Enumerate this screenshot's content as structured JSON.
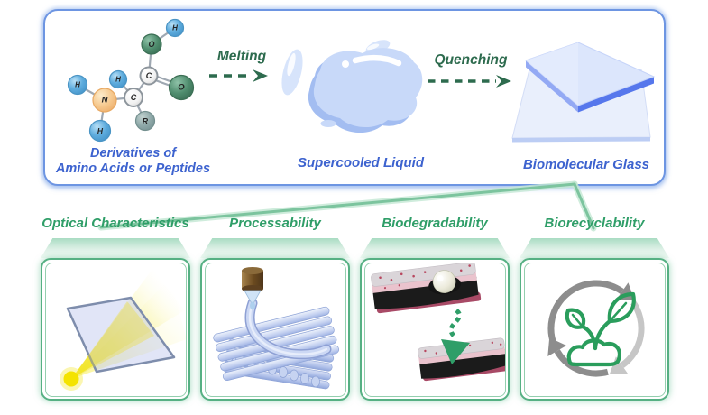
{
  "figure": {
    "type": "scientific-schematic",
    "background": "#ffffff"
  },
  "top_box": {
    "molecule": {
      "caption_line1": "Derivatives of",
      "caption_line2": "Amino Acids or Peptides",
      "atoms": [
        {
          "symbol": "H"
        },
        {
          "symbol": "O"
        },
        {
          "symbol": "C"
        },
        {
          "symbol": "O"
        },
        {
          "symbol": "H"
        },
        {
          "symbol": "H"
        },
        {
          "symbol": "N"
        },
        {
          "symbol": "C"
        },
        {
          "symbol": "R"
        },
        {
          "symbol": "H"
        }
      ]
    },
    "steps": [
      {
        "label": "Melting"
      },
      {
        "label": "Quenching"
      }
    ],
    "liquid_caption": "Supercooled Liquid",
    "glass_caption": "Biomolecular Glass"
  },
  "panels": [
    {
      "title": "Optical Characteristics",
      "icon": "light-beam-through-glass-icon"
    },
    {
      "title": "Processability",
      "icon": "printing-nozzle-lattice-icon"
    },
    {
      "title": "Biodegradability",
      "icon": "implant-degrading-in-tissue-icon"
    },
    {
      "title": "Biorecyclability",
      "icon": "recycle-arrows-plant-icon"
    }
  ],
  "colors": {
    "caption_blue": "#3d63cf",
    "process_green": "#2d6b4e",
    "panel_title_green": "#2f9e68",
    "top_box_border_blue": "#6d95e2",
    "panel_border_green": "#56b083",
    "connector_green": "#7cc49e",
    "liquid_blue": "#c8d9f9",
    "glass_face_blue": "#dce6fc",
    "glass_edge_blue": "#5677ec",
    "beam_yellow": "#f4e300",
    "atom_h_blue": "#57a8db",
    "atom_n_orange": "#f5c98e",
    "atom_o_green": "#4e8f72",
    "atom_c_white": "#f2f2f2",
    "atom_r_slate": "#8fa9a9",
    "recycle_dark_gray": "#8d8d8d",
    "recycle_light_gray": "#c6c6c6",
    "plant_green": "#2a9d5c",
    "tissue_pink": "#eac3cd",
    "tissue_maroon": "#a84a66"
  }
}
